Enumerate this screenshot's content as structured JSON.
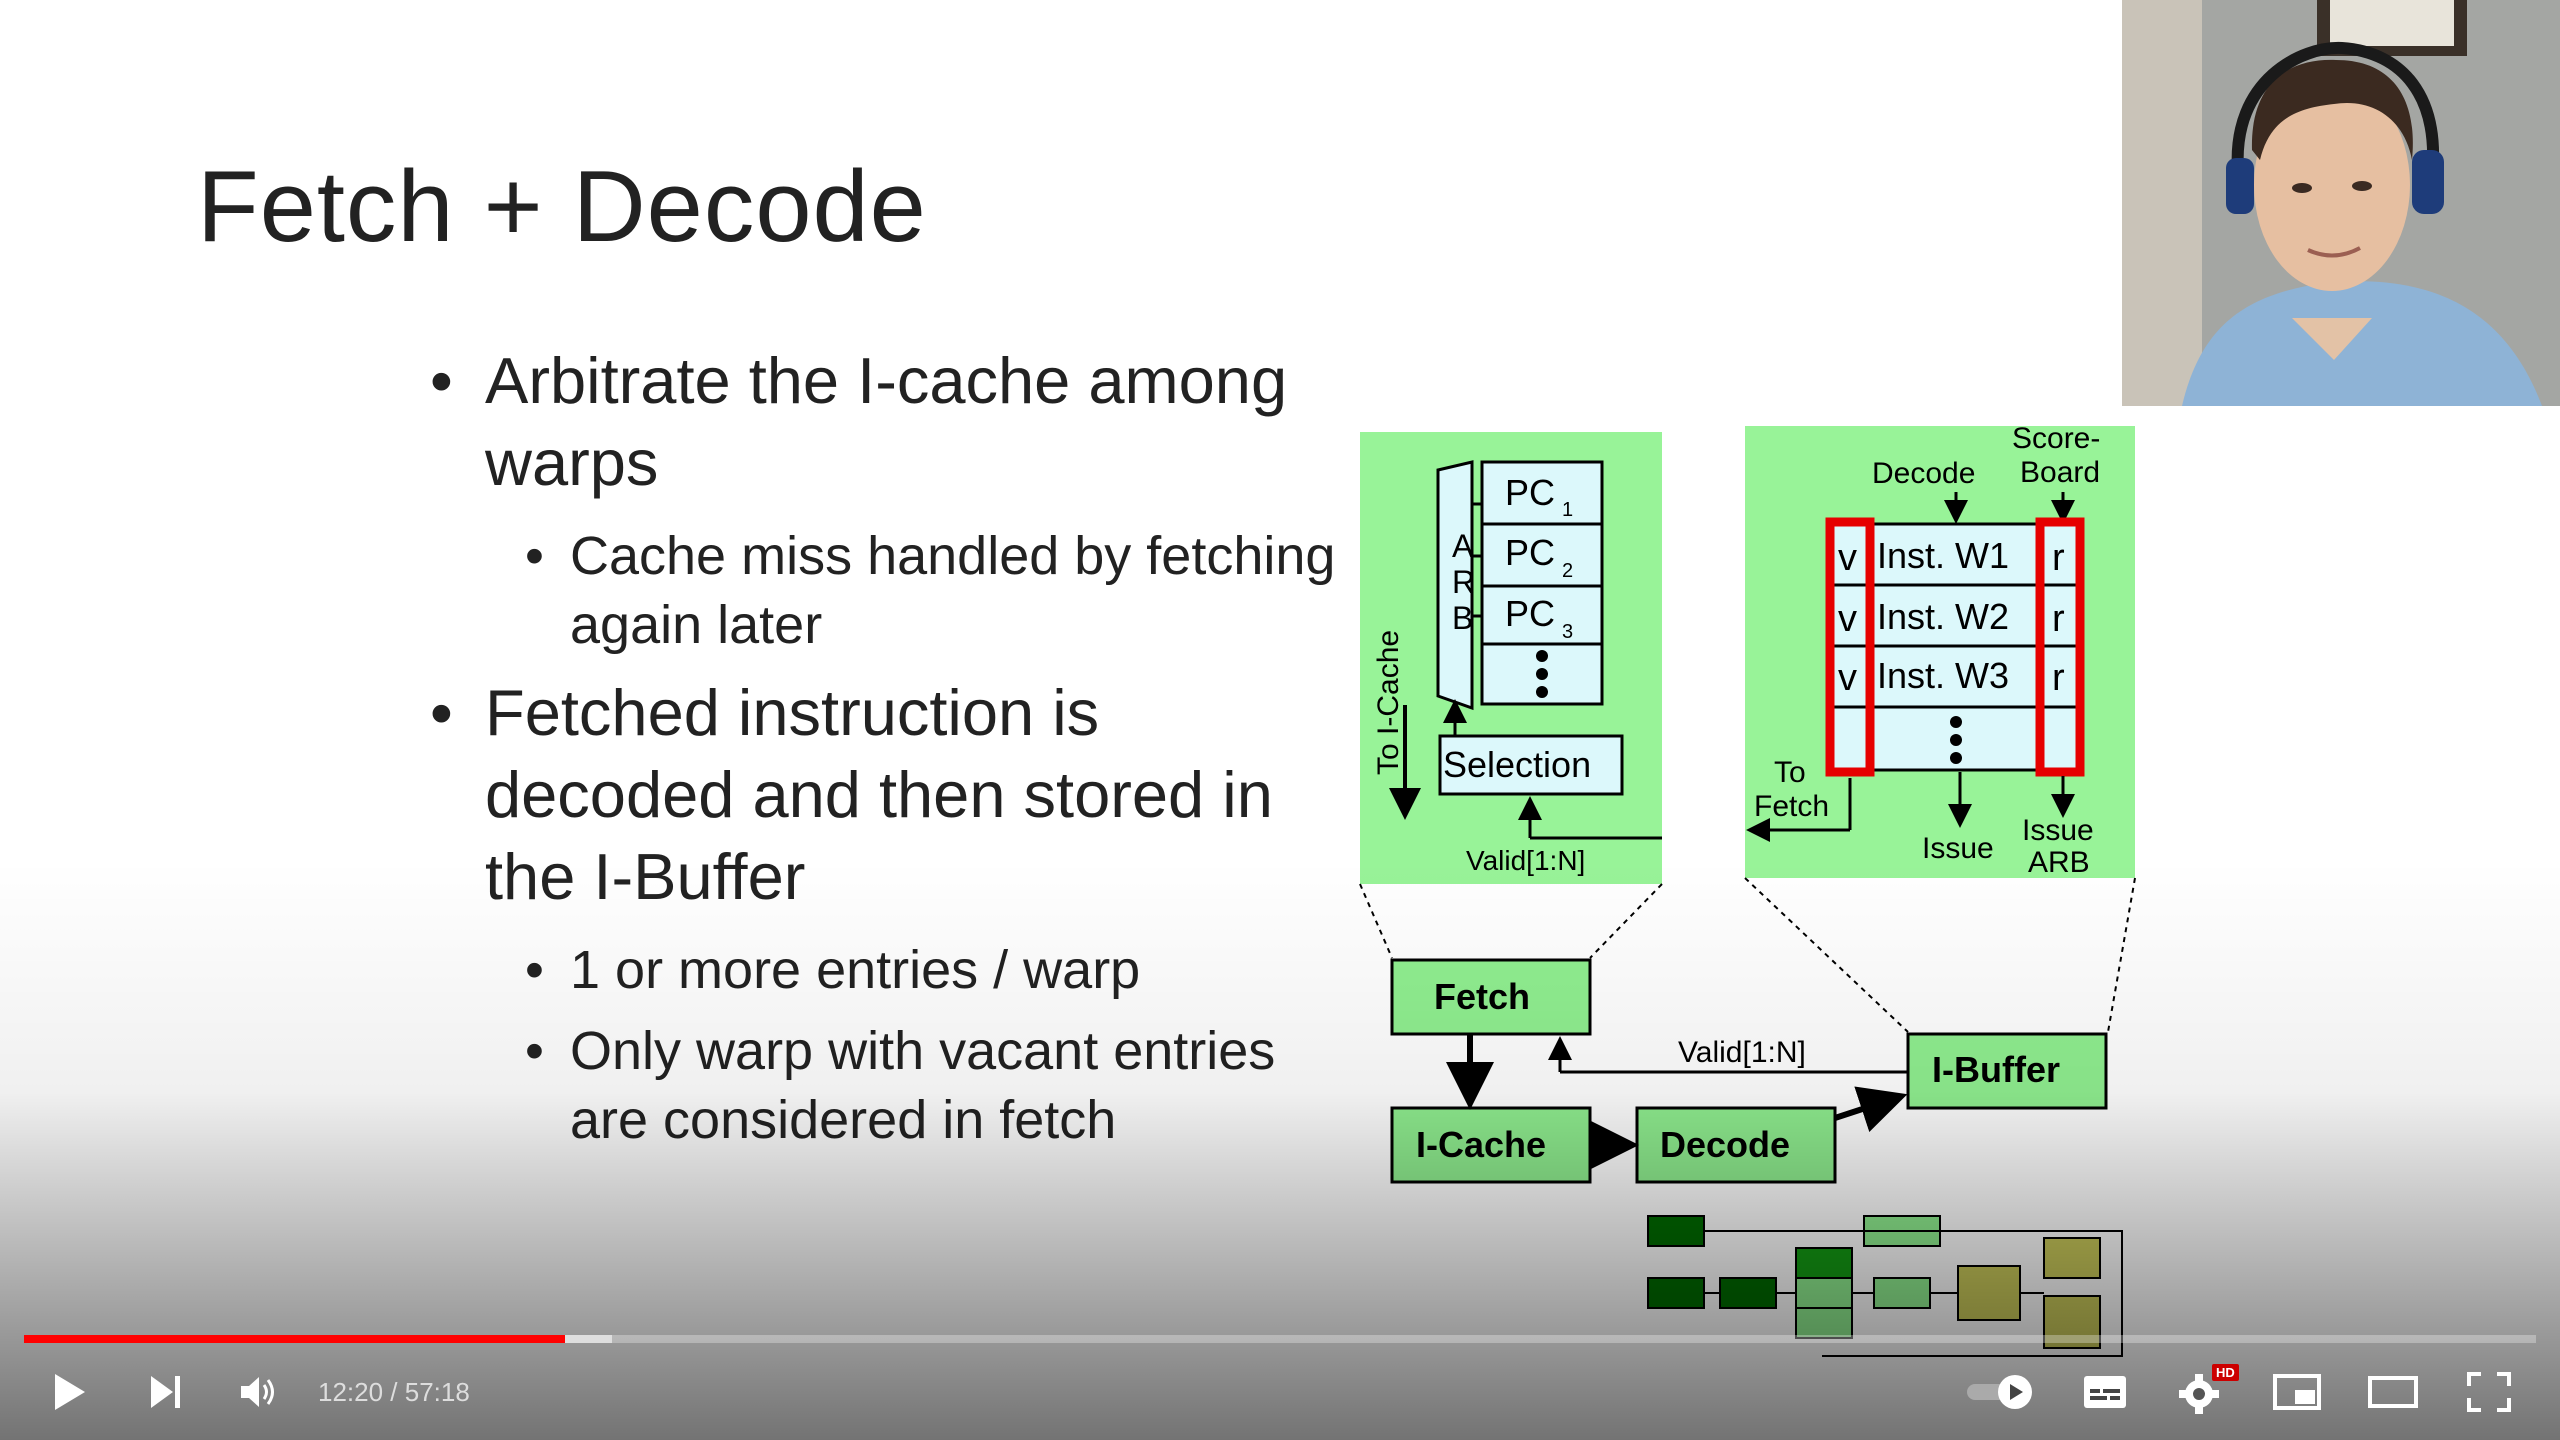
{
  "slide": {
    "title": "Fetch + Decode",
    "bullets": [
      {
        "level": 1,
        "text": "Arbitrate the I-cache among warps"
      },
      {
        "level": 2,
        "text": "Cache miss handled by fetching again later"
      },
      {
        "level": 1,
        "text": "Fetched instruction is decoded and then stored in the I-Buffer"
      },
      {
        "level": 2,
        "text": "1 or more entries / warp"
      },
      {
        "level": 2,
        "text": "Only warp with vacant entries are considered in fetch"
      }
    ]
  },
  "diagram": {
    "left_panel": {
      "pcs": [
        {
          "label": "PC",
          "sub": "1"
        },
        {
          "label": "PC",
          "sub": "2"
        },
        {
          "label": "PC",
          "sub": "3"
        }
      ],
      "arb": [
        "A",
        "R",
        "B"
      ],
      "to_icache": "To I-Cache",
      "selection": "Selection",
      "valid": "Valid[1:N]"
    },
    "right_panel": {
      "decode": "Decode",
      "scoreboard_1": "Score-",
      "scoreboard_2": "Board",
      "rows": [
        {
          "v": "v",
          "inst": "Inst. W1",
          "r": "r"
        },
        {
          "v": "v",
          "inst": "Inst. W2",
          "r": "r"
        },
        {
          "v": "v",
          "inst": "Inst. W3",
          "r": "r"
        }
      ],
      "to_fetch_1": "To",
      "to_fetch_2": "Fetch",
      "issue": "Issue",
      "issue_arb_1": "Issue",
      "issue_arb_2": "ARB"
    },
    "blocks": {
      "fetch": "Fetch",
      "icache": "I-Cache",
      "decode": "Decode",
      "ibuffer": "I-Buffer",
      "valid": "Valid[1:N]"
    },
    "colors": {
      "panel": "#98f398",
      "cell": "#dcf8fb",
      "block": "#90ef90",
      "highlight": "#e60000"
    }
  },
  "player": {
    "current_time": "12:20",
    "duration": "57:18",
    "time_sep": " / ",
    "progress_played": 0.2154,
    "progress_buffered": 0.2341,
    "hd_badge": "HD",
    "autoplay": "on",
    "icons": [
      "play-icon",
      "next-icon",
      "volume-icon",
      "autoplay-toggle-icon",
      "subtitles-icon",
      "settings-icon",
      "miniplayer-icon",
      "theater-icon",
      "fullscreen-icon"
    ],
    "colors": {
      "accent": "#ff0000",
      "badge": "#cc0000"
    }
  }
}
